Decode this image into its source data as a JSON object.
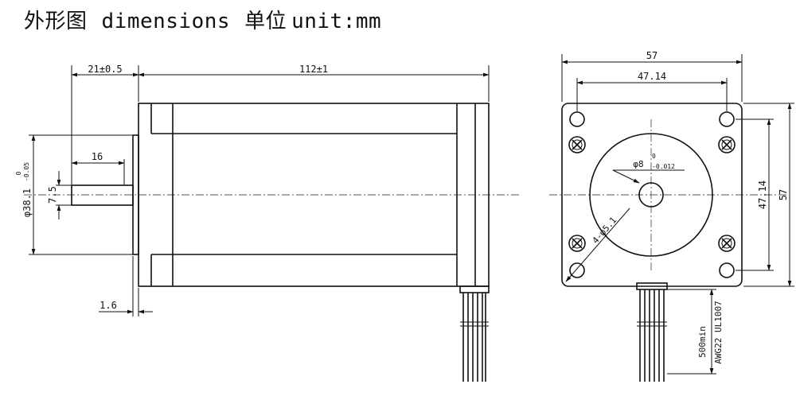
{
  "title": {
    "chinese": "外形图",
    "dimensions_word": "dimensions",
    "unit_chinese": "单位",
    "unit_text": "unit:mm"
  },
  "side_view": {
    "shaft_extension": "21±0.5",
    "body_length": "112±1",
    "shaft_flat_length": "16",
    "shaft_diameter": "7.5",
    "pilot_diameter": "φ38.1",
    "pilot_tolerance_upper": "0",
    "pilot_tolerance_lower": "-0.05",
    "flange_thickness": "1.6"
  },
  "front_view": {
    "width": "57",
    "hole_spacing_horizontal": "47.14",
    "hole_spacing_vertical": "47.14",
    "height": "57",
    "shaft_hole_diameter": "φ8",
    "shaft_tolerance_upper": "0",
    "shaft_tolerance_lower": "-0.012",
    "mount_holes": "4-φ5.1",
    "lead_length": "500min",
    "wire_spec": "AWG22 UL1007"
  }
}
